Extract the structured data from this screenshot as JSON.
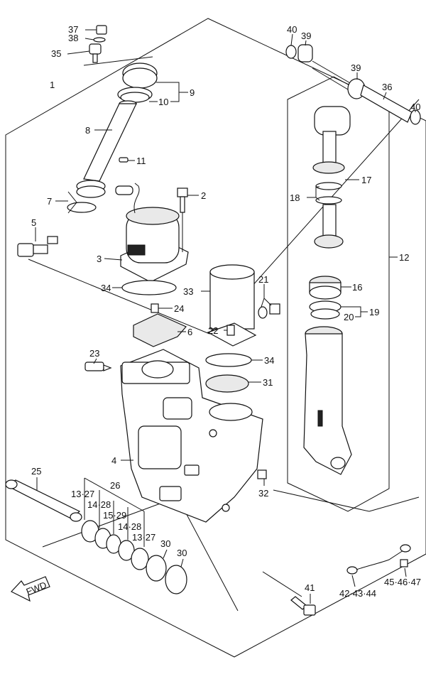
{
  "callouts": [
    {
      "id": "37",
      "text": "37"
    },
    {
      "id": "38",
      "text": "38"
    },
    {
      "id": "35",
      "text": "35"
    },
    {
      "id": "40a",
      "text": "40"
    },
    {
      "id": "39a",
      "text": "39"
    },
    {
      "id": "39b",
      "text": "39"
    },
    {
      "id": "36",
      "text": "36"
    },
    {
      "id": "40b",
      "text": "40"
    },
    {
      "id": "1",
      "text": "1"
    },
    {
      "id": "9",
      "text": "9"
    },
    {
      "id": "10",
      "text": "10"
    },
    {
      "id": "8",
      "text": "8"
    },
    {
      "id": "11",
      "text": "11"
    },
    {
      "id": "17",
      "text": "17"
    },
    {
      "id": "18",
      "text": "18"
    },
    {
      "id": "2",
      "text": "2"
    },
    {
      "id": "7",
      "text": "7"
    },
    {
      "id": "5",
      "text": "5"
    },
    {
      "id": "12",
      "text": "12"
    },
    {
      "id": "3",
      "text": "3"
    },
    {
      "id": "16",
      "text": "16"
    },
    {
      "id": "34a",
      "text": "34"
    },
    {
      "id": "33",
      "text": "33"
    },
    {
      "id": "21",
      "text": "21"
    },
    {
      "id": "24",
      "text": "24"
    },
    {
      "id": "19",
      "text": "19"
    },
    {
      "id": "20",
      "text": "20"
    },
    {
      "id": "6",
      "text": "6"
    },
    {
      "id": "22",
      "text": "22"
    },
    {
      "id": "23",
      "text": "23"
    },
    {
      "id": "34b",
      "text": "34"
    },
    {
      "id": "31",
      "text": "31"
    },
    {
      "id": "4",
      "text": "4"
    },
    {
      "id": "25",
      "text": "25"
    },
    {
      "id": "32",
      "text": "32"
    },
    {
      "id": "26",
      "text": "26"
    },
    {
      "id": "13-27a",
      "text": "13·27"
    },
    {
      "id": "14-28a",
      "text": "14·28"
    },
    {
      "id": "15-29",
      "text": "15·29"
    },
    {
      "id": "14-28b",
      "text": "14·28"
    },
    {
      "id": "13-27b",
      "text": "13·27"
    },
    {
      "id": "30a",
      "text": "30"
    },
    {
      "id": "30b",
      "text": "30"
    },
    {
      "id": "41",
      "text": "41"
    },
    {
      "id": "42-43-44",
      "text": "42·43·44"
    },
    {
      "id": "45-46-47",
      "text": "45·46·47"
    }
  ],
  "fwd_label": "FWD"
}
